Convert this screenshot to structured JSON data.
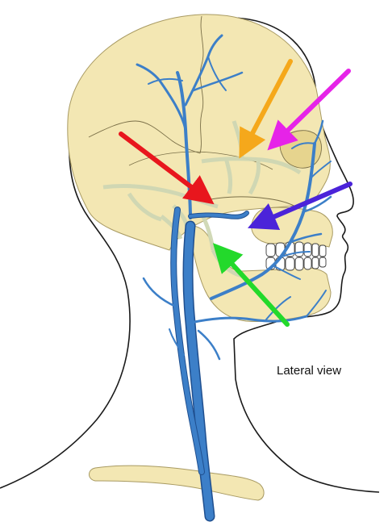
{
  "caption": "Lateral view",
  "colors": {
    "skin_outline": "#1a1a1a",
    "bone_fill": "#f3e7b3",
    "bone_shade": "#e6d48e",
    "bone_line": "#a89a62",
    "vein": "#3c7fc8",
    "vein_dark": "#1f4f8f",
    "plexus": "#dfe5c8",
    "arrow_red": "#e8161d",
    "arrow_orange": "#f5a81b",
    "arrow_magenta": "#e623e8",
    "arrow_blue": "#4b23d9",
    "arrow_green": "#23d92b"
  },
  "arrows": [
    {
      "name": "red-arrow",
      "color_key": "arrow_red"
    },
    {
      "name": "orange-arrow",
      "color_key": "arrow_orange"
    },
    {
      "name": "magenta-arrow",
      "color_key": "arrow_magenta"
    },
    {
      "name": "blue-arrow",
      "color_key": "arrow_blue"
    },
    {
      "name": "green-arrow",
      "color_key": "arrow_green"
    }
  ]
}
